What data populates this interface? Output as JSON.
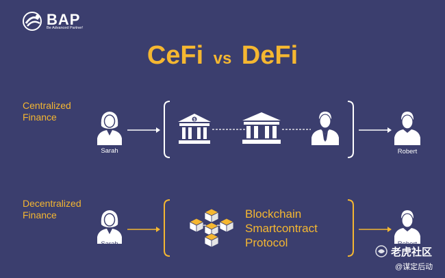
{
  "logo": {
    "name": "BAP",
    "tagline": "Be Advanced Partner!"
  },
  "title": {
    "left": "CeFi",
    "middle": "vs",
    "right": "DeFi"
  },
  "centralized": {
    "label_line1": "Centralized",
    "label_line2": "Finance",
    "sender": "Sarah",
    "receiver": "Robert"
  },
  "decentralized": {
    "label_line1": "Decentralized",
    "label_line2": "Finance",
    "sender": "Sarah",
    "receiver": "Robert",
    "box_line1": "Blockchain",
    "box_line2": "Smartcontract",
    "box_line3": "Protocol"
  },
  "watermark": {
    "brand": "老虎社区",
    "handle": "@谋定后动"
  },
  "colors": {
    "background": "#3b3e6e",
    "accent": "#f5b731",
    "white": "#ffffff"
  }
}
